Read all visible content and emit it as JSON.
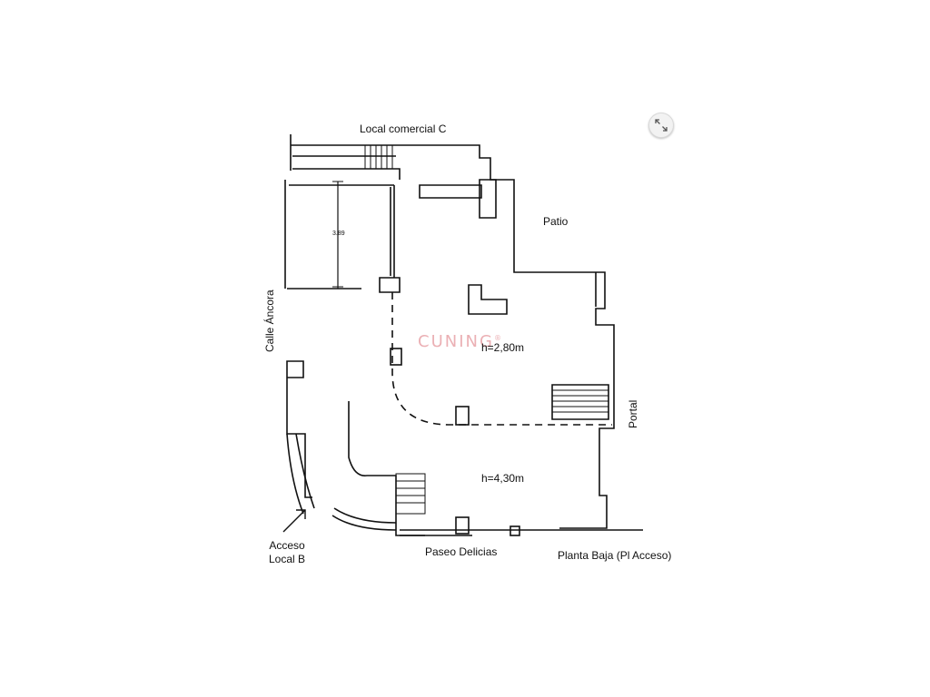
{
  "labels": {
    "local_comercial": "Local comercial C",
    "patio": "Patio",
    "calle_ancora": "Calle Áncora",
    "height_upper": "h=2,80m",
    "height_lower": "h=4,30m",
    "portal": "Portal",
    "acceso_line1": "Acceso",
    "acceso_line2": "Local B",
    "paseo_delicias": "Paseo Delicias",
    "planta_baja": "Planta Baja (Pl Acceso)",
    "dimension": "3.89"
  },
  "watermark": {
    "text": "CUNING",
    "mark": "®"
  },
  "icons": {
    "expand": "expand-icon",
    "arrow": "access-arrow-icon"
  },
  "colors": {
    "line": "#111111",
    "watermark": "#e8a3a8",
    "button": "#f2f2f2"
  }
}
